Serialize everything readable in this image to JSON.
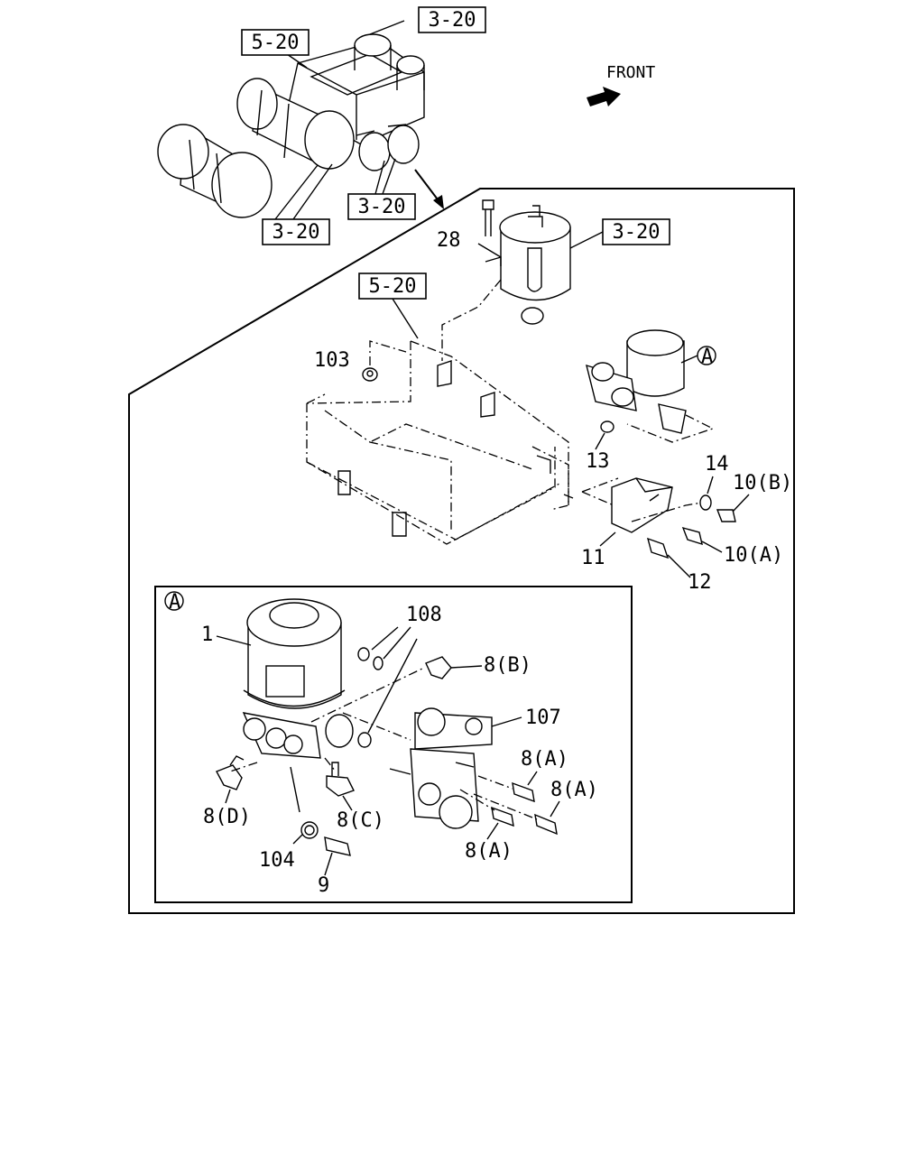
{
  "direction_label": "FRONT",
  "section_refs": {
    "overview_top": "3-20",
    "overview_left": "5-20",
    "overview_bottom_right": "3-20",
    "overview_bottom_left": "3-20",
    "main_tank": "3-20",
    "main_tray": "5-20"
  },
  "detail_marker": "A",
  "parts": {
    "p28": "28",
    "p103": "103",
    "p13": "13",
    "p14": "14",
    "p10b": "10(B)",
    "p10a": "10(A)",
    "p11": "11",
    "p12": "12"
  },
  "detail_parts": {
    "p1": "1",
    "p108": "108",
    "p8b": "8(B)",
    "p107": "107",
    "p8a_1": "8(A)",
    "p8a_2": "8(A)",
    "p8a_3": "8(A)",
    "p8d": "8(D)",
    "p8c": "8(C)",
    "p104": "104",
    "p9": "9"
  }
}
